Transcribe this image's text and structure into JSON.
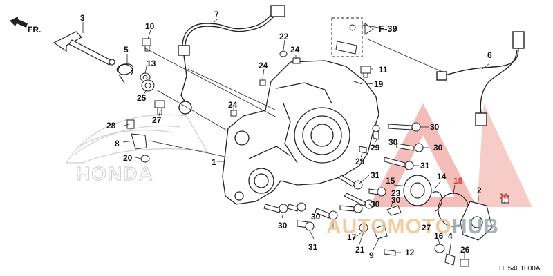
{
  "diagram": {
    "direction_label": "FR.",
    "reference_label": "F-39",
    "diagram_code": "HL54E1000A",
    "brand_watermark": "HONDA",
    "site_watermark_a": "AUTOMOTO",
    "site_watermark_b": "HUB",
    "part_labels": [
      {
        "id": "p3",
        "text": "3"
      },
      {
        "id": "p5",
        "text": "5"
      },
      {
        "id": "p10",
        "text": "10"
      },
      {
        "id": "p7",
        "text": "7"
      },
      {
        "id": "p13",
        "text": "13"
      },
      {
        "id": "p25",
        "text": "25"
      },
      {
        "id": "p27a",
        "text": "27"
      },
      {
        "id": "p28",
        "text": "28"
      },
      {
        "id": "p8",
        "text": "8"
      },
      {
        "id": "p20",
        "text": "20"
      },
      {
        "id": "p22",
        "text": "22"
      },
      {
        "id": "p24a",
        "text": "24"
      },
      {
        "id": "p24b",
        "text": "24"
      },
      {
        "id": "p24c",
        "text": "24"
      },
      {
        "id": "p1",
        "text": "1"
      },
      {
        "id": "p11",
        "text": "11"
      },
      {
        "id": "p19",
        "text": "19"
      },
      {
        "id": "p6",
        "text": "6"
      },
      {
        "id": "p30a",
        "text": "30"
      },
      {
        "id": "p30b",
        "text": "30"
      },
      {
        "id": "p30c",
        "text": "30"
      },
      {
        "id": "p29a",
        "text": "29"
      },
      {
        "id": "p29b",
        "text": "29"
      },
      {
        "id": "p31a",
        "text": "31"
      },
      {
        "id": "p31b",
        "text": "31"
      },
      {
        "id": "p15",
        "text": "15"
      },
      {
        "id": "p14",
        "text": "14"
      },
      {
        "id": "p18",
        "text": "18"
      },
      {
        "id": "p2",
        "text": "2"
      },
      {
        "id": "p26a",
        "text": "26"
      },
      {
        "id": "p23",
        "text": "23"
      },
      {
        "id": "p30d",
        "text": "30"
      },
      {
        "id": "p30e",
        "text": "30"
      },
      {
        "id": "p30f",
        "text": "30"
      },
      {
        "id": "p30g",
        "text": "30"
      },
      {
        "id": "p31c",
        "text": "31"
      },
      {
        "id": "p17",
        "text": "17"
      },
      {
        "id": "p21",
        "text": "21"
      },
      {
        "id": "p9",
        "text": "9"
      },
      {
        "id": "p12",
        "text": "12"
      },
      {
        "id": "p27b",
        "text": "27"
      },
      {
        "id": "p16",
        "text": "16"
      },
      {
        "id": "p4",
        "text": "4"
      },
      {
        "id": "p26b",
        "text": "26"
      }
    ],
    "colors": {
      "line": "#222222",
      "callout_red": "#e8302c",
      "watermark_orange": "#f3c38f",
      "watermark_gray": "#9aa3ad"
    }
  }
}
